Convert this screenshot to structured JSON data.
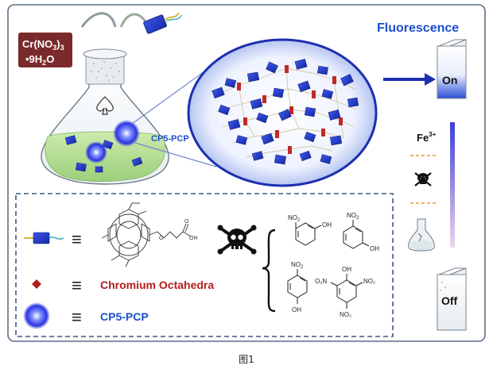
{
  "figure": {
    "caption": "图1",
    "reactant": {
      "formula": "Cr(NO",
      "sub1": "3",
      "close": ")",
      "sub2": "3",
      "hydrate": "•9H",
      "sub3": "2",
      "tail": "O"
    },
    "material_label": "CP5-PCP",
    "fluorescence_title": "Fluorescence",
    "state_on": "On",
    "state_off": "Off",
    "quencher": {
      "ion": "Fe",
      "charge": "3+"
    },
    "legend": {
      "chromium_label": "Chromium Octahedra",
      "cp5_label": "CP5-PCP",
      "equiv_symbol": "≡",
      "ligand_substituent": "O",
      "ligand_acid": "OH",
      "ligand_ketone": "O"
    },
    "nitrophenols": [
      {
        "top": "NO",
        "top_sub": "2",
        "side": "OH"
      },
      {
        "top": "NO",
        "top_sub": "2",
        "side": "OH"
      },
      {
        "top": "NO",
        "top_sub": "2",
        "side": "OH"
      },
      {
        "top": "OH",
        "left": "O₂N",
        "right": "NO₂",
        "bottom": "NO₂"
      }
    ],
    "colors": {
      "frame": "#5c6f86",
      "accent_blue": "#1b4fcf",
      "deep_blue": "#1d2fb0",
      "legend_red": "#b21d1d",
      "reactant_box": "#7a2a2a",
      "solution_green": "#bde39a"
    }
  }
}
